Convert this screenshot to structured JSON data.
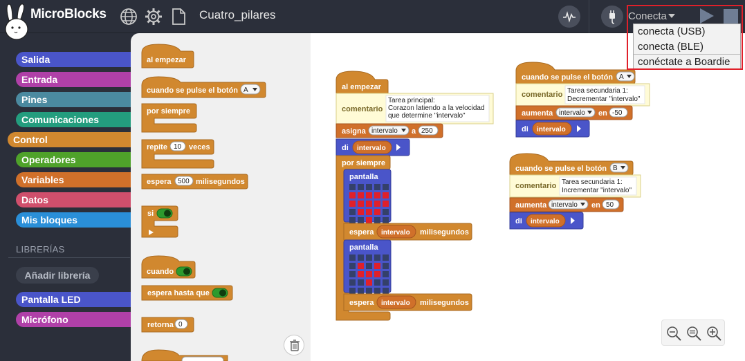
{
  "app": {
    "brand": "MicroBlocks",
    "project_title": "Cuatro_pilares"
  },
  "toolbar": {
    "connect_label": "Conecta",
    "icons": [
      "globe-icon",
      "gear-icon",
      "file-icon",
      "graph-icon",
      "usb-plug-icon",
      "play-icon",
      "stop-icon"
    ]
  },
  "connect_menu": {
    "items": [
      "conecta (USB)",
      "conecta (BLE)",
      "conéctate a Boardie"
    ]
  },
  "categories": [
    {
      "label": "Salida",
      "color": "#4a55c9"
    },
    {
      "label": "Entrada",
      "color": "#b040a8"
    },
    {
      "label": "Pines",
      "color": "#4b8aa0"
    },
    {
      "label": "Comunicaciones",
      "color": "#239d7e"
    },
    {
      "label": "Control",
      "color": "#d1882f"
    },
    {
      "label": "Operadores",
      "color": "#4fa22a"
    },
    {
      "label": "Variables",
      "color": "#d0702a"
    },
    {
      "label": "Datos",
      "color": "#d04f6c"
    },
    {
      "label": "Mis bloques",
      "color": "#2a8fd8"
    }
  ],
  "libraries": {
    "header": "LIBRERÍAS",
    "add_button": "Añadir librería",
    "items": [
      {
        "label": "Pantalla LED",
        "color": "#4a55c9"
      },
      {
        "label": "Micrófono",
        "color": "#b040a8"
      }
    ]
  },
  "palette": {
    "when_started": "al empezar",
    "when_button_pressed": "cuando se pulse el botón",
    "button_a": "A",
    "forever": "por siempre",
    "repeat": "repite",
    "repeat_count": "10",
    "times": "veces",
    "wait": "espera",
    "wait_ms_value": "500",
    "milliseconds": "milisegundos",
    "if": "si",
    "when": "cuando",
    "wait_until": "espera hasta que",
    "return": "retorna",
    "return_value": "0"
  },
  "scripts": {
    "main": {
      "hat": "al empezar",
      "comment_label": "comentario",
      "comment_line1": "Tarea principal:",
      "comment_line2": "Corazon latiendo a la velocidad",
      "comment_line3": "que determine \"intervalo\"",
      "set_label": "asigna",
      "set_var": "intervalo",
      "set_to": "a",
      "set_value": "250",
      "say_label": "di",
      "say_var": "intervalo",
      "forever_label": "por siempre",
      "display_label": "pantalla",
      "wait_label": "espera",
      "wait_var": "intervalo",
      "wait_unit": "milisegundos"
    },
    "task_a": {
      "hat": "cuando se pulse el botón",
      "button": "A",
      "comment_label": "comentario",
      "comment_line1": "Tarea secundaria 1:",
      "comment_line2": "Decrementar \"intervalo\"",
      "change_label": "aumenta",
      "change_var": "intervalo",
      "change_by": "en",
      "change_value": "-50",
      "say_label": "di",
      "say_var": "intervalo"
    },
    "task_b": {
      "hat": "cuando se pulse el botón",
      "button": "B",
      "comment_label": "comentario",
      "comment_line1": "Tarea secundaria 1:",
      "comment_line2": "Incrementar \"intervalo\"",
      "change_label": "aumenta",
      "change_var": "intervalo",
      "change_by": "en",
      "change_value": "50",
      "say_label": "di",
      "say_var": "intervalo"
    }
  },
  "colors": {
    "control": "#d1882f",
    "variables": "#d0702a",
    "display": "#4a55c9",
    "comment": "#fffbd6",
    "led_on": "#e0202a",
    "led_off": "#34406a",
    "highlight": "#e0202a"
  },
  "led_matrices": {
    "first": [
      [
        0,
        0,
        0,
        0,
        0
      ],
      [
        1,
        1,
        1,
        1,
        1
      ],
      [
        1,
        1,
        1,
        1,
        1
      ],
      [
        0,
        1,
        1,
        1,
        0
      ],
      [
        0,
        0,
        1,
        0,
        0
      ]
    ],
    "second": [
      [
        0,
        0,
        0,
        0,
        0
      ],
      [
        0,
        1,
        0,
        1,
        0
      ],
      [
        0,
        1,
        1,
        1,
        0
      ],
      [
        0,
        0,
        1,
        0,
        0
      ],
      [
        0,
        0,
        0,
        0,
        0
      ]
    ]
  }
}
